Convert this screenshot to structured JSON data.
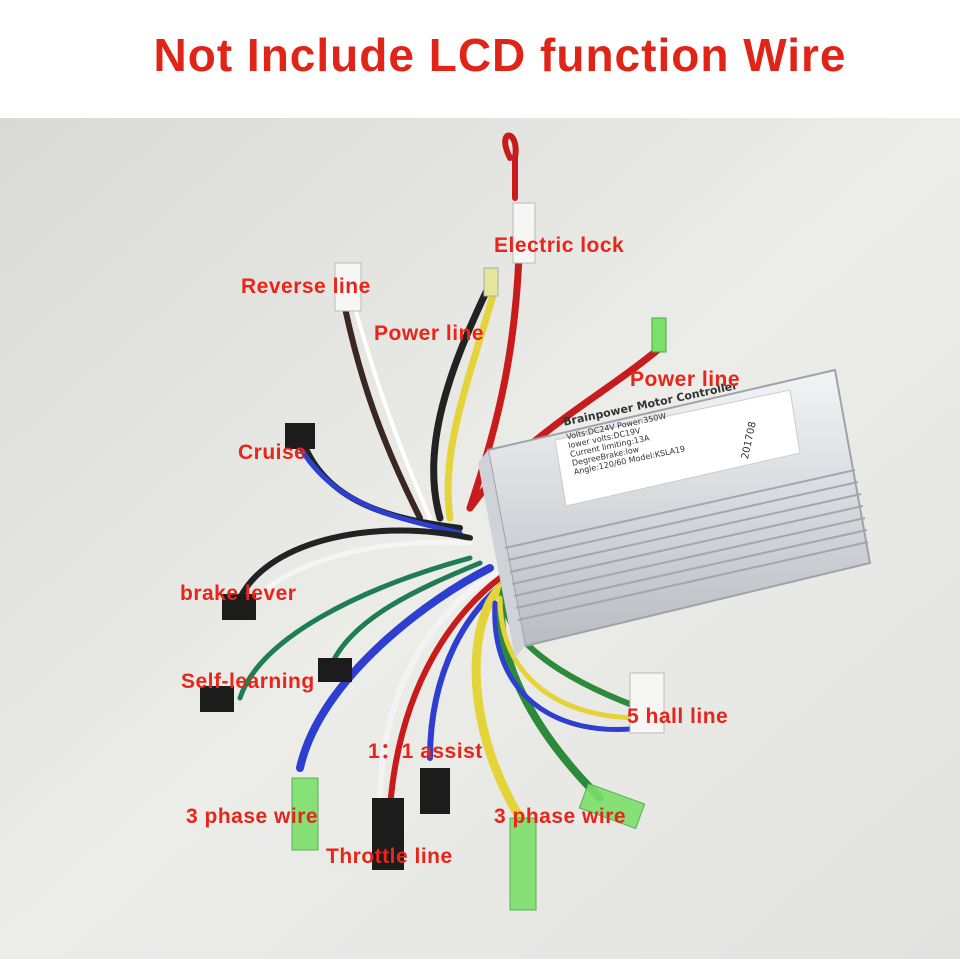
{
  "title": "Not Include LCD function Wire",
  "labels": {
    "electric_lock": "Electric lock",
    "reverse_line": "Reverse line",
    "power_line_1": "Power line",
    "power_line_2": "Power line",
    "cruise": "Cruise",
    "brake_lever": "brake lever",
    "self_learning": "Self-learning",
    "hall_line": "5 hall line",
    "assist": "1：1 assist",
    "phase_wire_1": "3 phase wire",
    "phase_wire_2": "3 phase wire",
    "throttle_line": "Throttle line"
  },
  "controller_label": {
    "brand": "Brainpower Motor Controller",
    "line1": "Volts:DC24V   Power:350W",
    "line2": "lower volts:DC19V",
    "line3": "Current limiting:13A",
    "line4": "DegreeBrake:low",
    "line5": "Angle:120/60  Model:KSLA19",
    "serial": "201708"
  }
}
